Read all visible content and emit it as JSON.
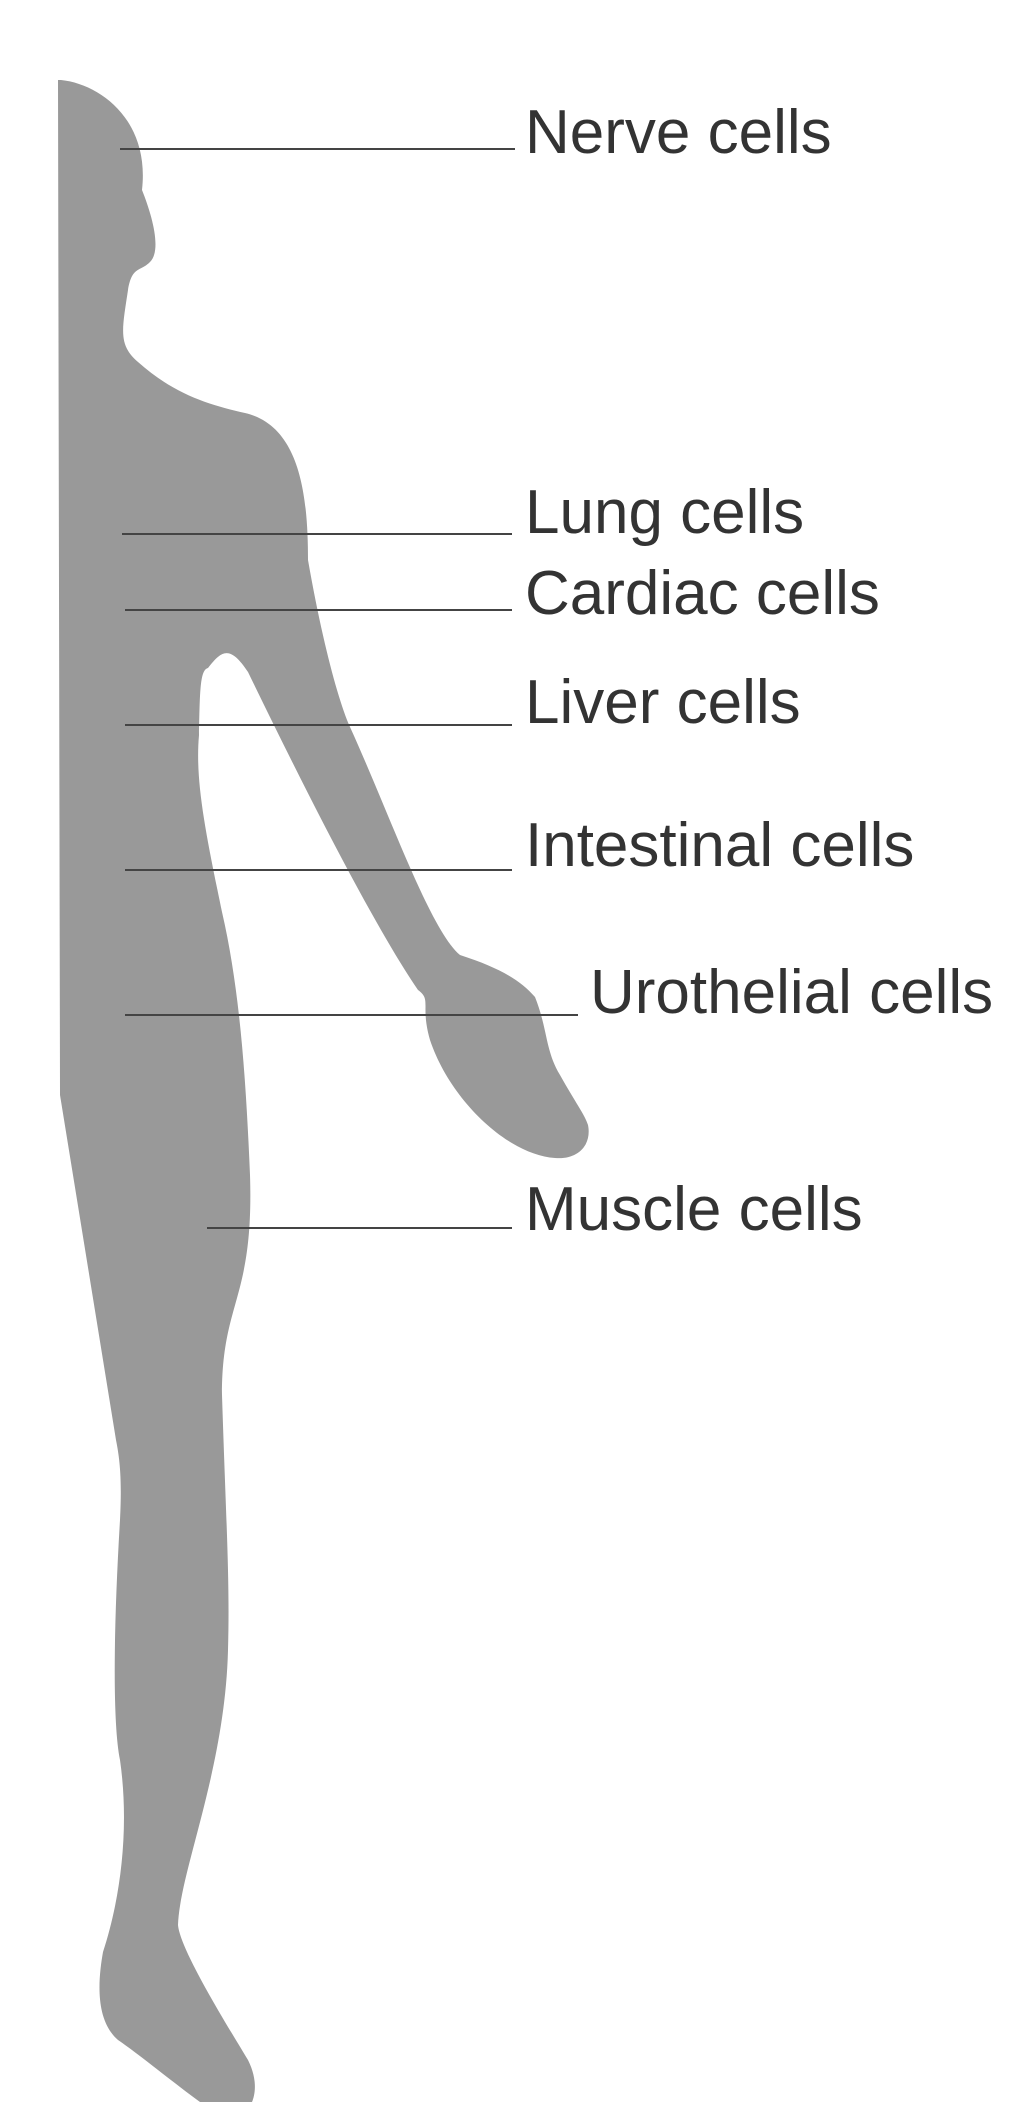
{
  "labels": {
    "nerve": "Nerve cells",
    "lung": "Lung cells",
    "cardiac": "Cardiac cells",
    "liver": "Liver cells",
    "intestinal": "Intestinal cells",
    "urothelial": "Urothelial cells",
    "muscle": "Muscle cells"
  },
  "colors": {
    "silhouette": "#999999",
    "text": "#333333",
    "lines": "#444444",
    "background": "#ffffff"
  }
}
